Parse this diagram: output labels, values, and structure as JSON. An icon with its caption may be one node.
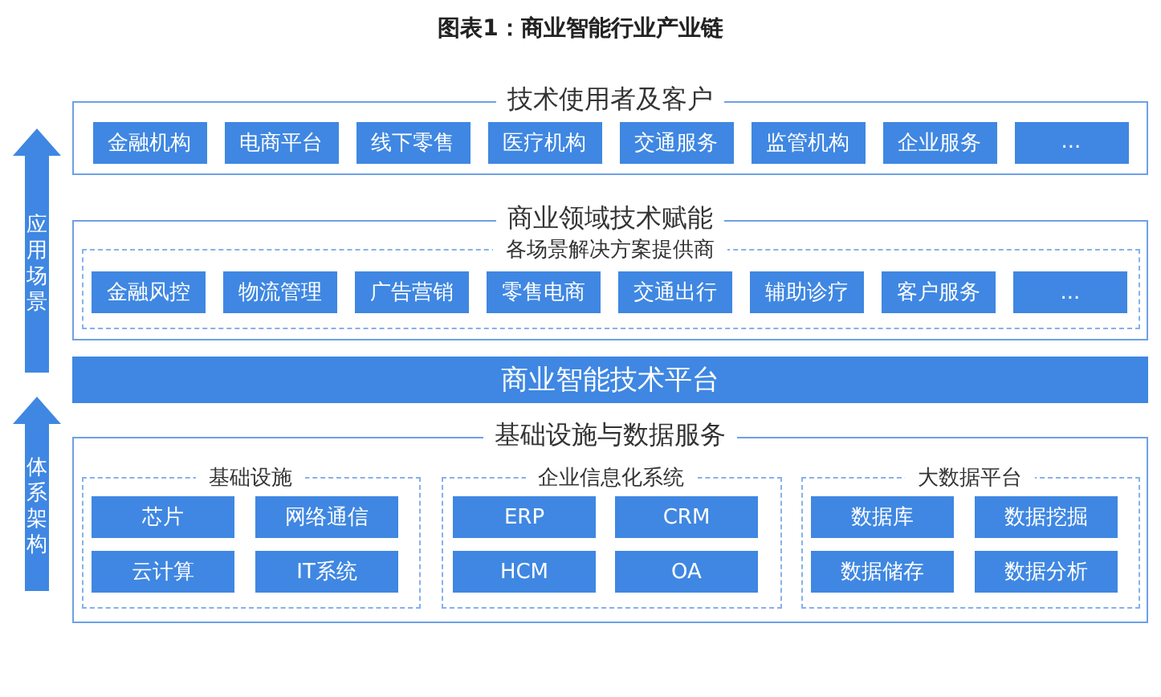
{
  "diagram": {
    "title": "图表1：商业智能行业产业链",
    "nodes": [
      {
        "text": [
          "技术使用者及客户"
        ]
      },
      {
        "text": [
          "金融机构"
        ],
        "in": 0
      },
      {
        "text": [
          "电商平台"
        ],
        "in": 0
      },
      {
        "text": [
          "线下零售"
        ],
        "in": 0
      },
      {
        "text": [
          "医疗机构"
        ],
        "in": 0
      },
      {
        "text": [
          "交通服务"
        ],
        "in": 0
      },
      {
        "text": [
          "监管机构"
        ],
        "in": 0
      },
      {
        "text": [
          "企业服务"
        ],
        "in": 0
      },
      {
        "text": [
          "..."
        ],
        "in": 0
      },
      {
        "text": [
          "商业领域技术赋能"
        ]
      },
      {
        "text": [
          "各场景解决方案提供商"
        ],
        "in": 9
      },
      {
        "text": [
          "金融风控"
        ],
        "in": 10
      },
      {
        "text": [
          "物流管理"
        ],
        "in": 10
      },
      {
        "text": [
          "广告营销"
        ],
        "in": 10
      },
      {
        "text": [
          "零售电商"
        ],
        "in": 10
      },
      {
        "text": [
          "交通出行"
        ],
        "in": 10
      },
      {
        "text": [
          "辅助诊疗"
        ],
        "in": 10
      },
      {
        "text": [
          "客户服务"
        ],
        "in": 10
      },
      {
        "text": [
          "..."
        ],
        "in": 10
      },
      {
        "text": [
          "商业智能技术平台"
        ]
      },
      {
        "text": [
          "基础设施与数据服务"
        ]
      },
      {
        "text": [
          "基础设施"
        ],
        "in": 20
      },
      {
        "text": [
          "芯片"
        ],
        "in": 21
      },
      {
        "text": [
          "网络通信"
        ],
        "in": 21
      },
      {
        "text": [
          "云计算"
        ],
        "in": 21
      },
      {
        "text": [
          "IT系统"
        ],
        "in": 21
      },
      {
        "text": [
          "企业信息化系统"
        ],
        "in": 20
      },
      {
        "text": [
          "ERP"
        ],
        "in": 26
      },
      {
        "text": [
          "CRM"
        ],
        "in": 26
      },
      {
        "text": [
          "HCM"
        ],
        "in": 26
      },
      {
        "text": [
          "OA"
        ],
        "in": 26
      },
      {
        "text": [
          "大数据平台"
        ],
        "in": 20
      },
      {
        "text": [
          "数据库"
        ],
        "in": 31
      },
      {
        "text": [
          "数据挖掘"
        ],
        "in": 31
      },
      {
        "text": [
          "数据储存"
        ],
        "in": 31
      },
      {
        "text": [
          "数据分析"
        ],
        "in": 31
      },
      {
        "text": [
          "应用场景"
        ]
      },
      {
        "text": [
          "体系架构"
        ]
      }
    ]
  }
}
